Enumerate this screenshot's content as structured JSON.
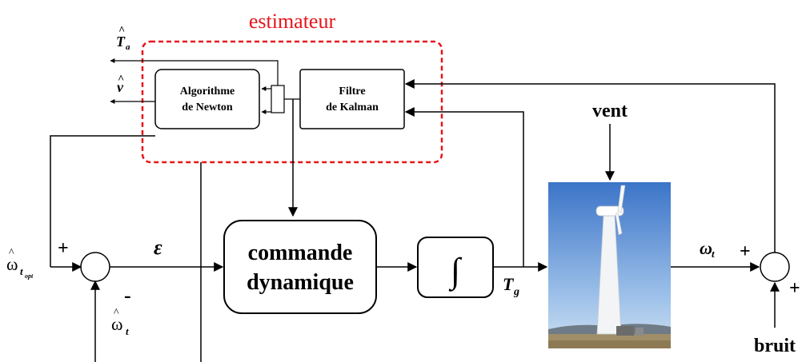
{
  "estimator": {
    "title": "estimateur",
    "color": "#e8141b"
  },
  "blocks": {
    "newton": {
      "line1": "Algorithme",
      "line2": "de Newton"
    },
    "kalman": {
      "line1": "Filtre",
      "line2": "de Kalman"
    },
    "controller": {
      "line1": "commande",
      "line2": "dynamique"
    },
    "integrator": {
      "symbol": "∫"
    },
    "turbine_image": {
      "description": "wind-turbine-photo"
    }
  },
  "signals": {
    "Ta_hat": {
      "base": "T",
      "hat": "^",
      "sub": "a"
    },
    "v_hat": {
      "base": "v",
      "hat": "^"
    },
    "omega_topt_hat": {
      "base": "ω",
      "hat": "^",
      "sub": "t",
      "subsub": "opt"
    },
    "omega_t_hat": {
      "base": "ω",
      "hat": "^",
      "sub": "t"
    },
    "epsilon": {
      "text": "ε"
    },
    "Tg": {
      "base": "T",
      "sub": "g"
    },
    "omega_t": {
      "base": "ω",
      "sub": "t"
    },
    "wind": {
      "text": "vent"
    },
    "noise": {
      "text": "bruit"
    }
  },
  "summing_left": {
    "plus": "+",
    "minus": "-"
  },
  "summing_right": {
    "plus_left": "+",
    "plus_bottom": "+"
  },
  "colors": {
    "line": "#000000",
    "sky_top": "#3a73c6",
    "sky_bottom": "#bcd6ee",
    "ground": "#9a8a6a"
  }
}
